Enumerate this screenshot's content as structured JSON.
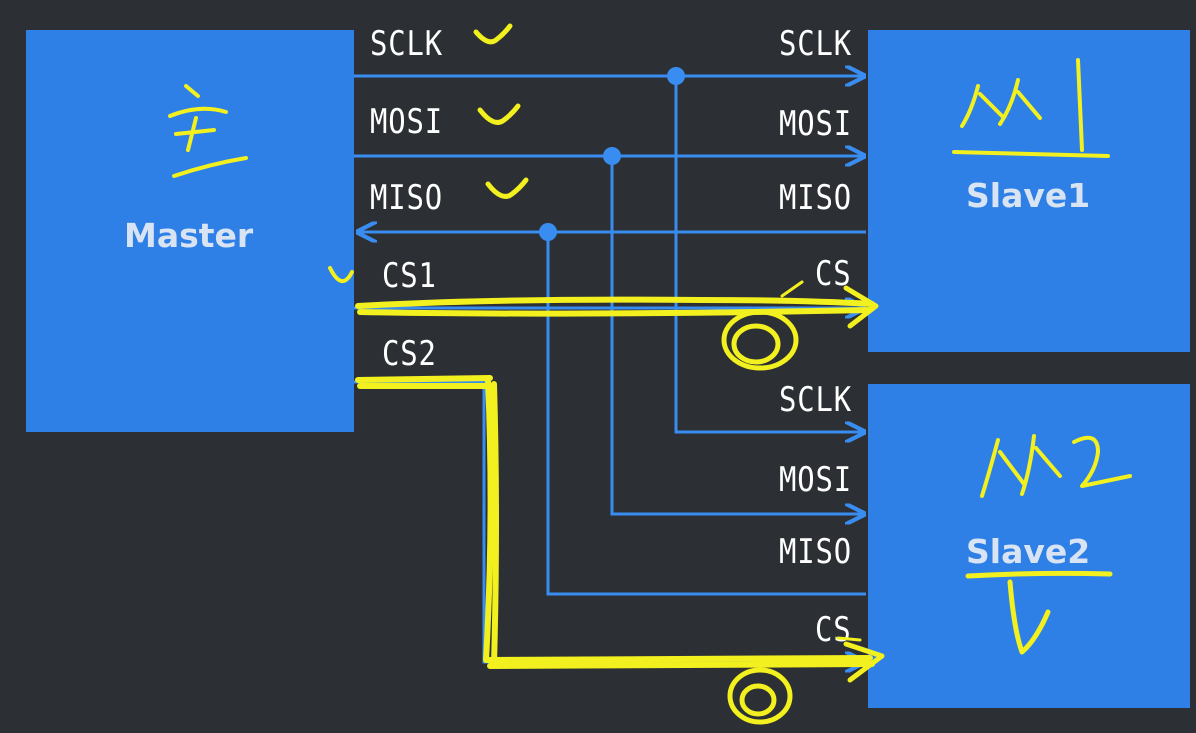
{
  "master": {
    "label": "Master",
    "annotation_glyph": "主"
  },
  "slave1": {
    "label": "Slave1",
    "annotation_glyph": "从1"
  },
  "slave2": {
    "label": "Slave2",
    "annotation_glyph": "从2"
  },
  "master_signals": {
    "sclk": "SCLK",
    "mosi": "MOSI",
    "miso": "MISO",
    "cs1": "CS1",
    "cs2": "CS2"
  },
  "slave1_signals": {
    "sclk": "SCLK",
    "mosi": "MOSI",
    "miso": "MISO",
    "cs": "CS"
  },
  "slave2_signals": {
    "sclk": "SCLK",
    "mosi": "MOSI",
    "miso": "MISO",
    "cs": "CS"
  },
  "colors": {
    "background": "#2c3035",
    "box": "#2f80e6",
    "line": "#3a8df0",
    "highlight": "#f2f01e",
    "text": "#ffffff"
  }
}
